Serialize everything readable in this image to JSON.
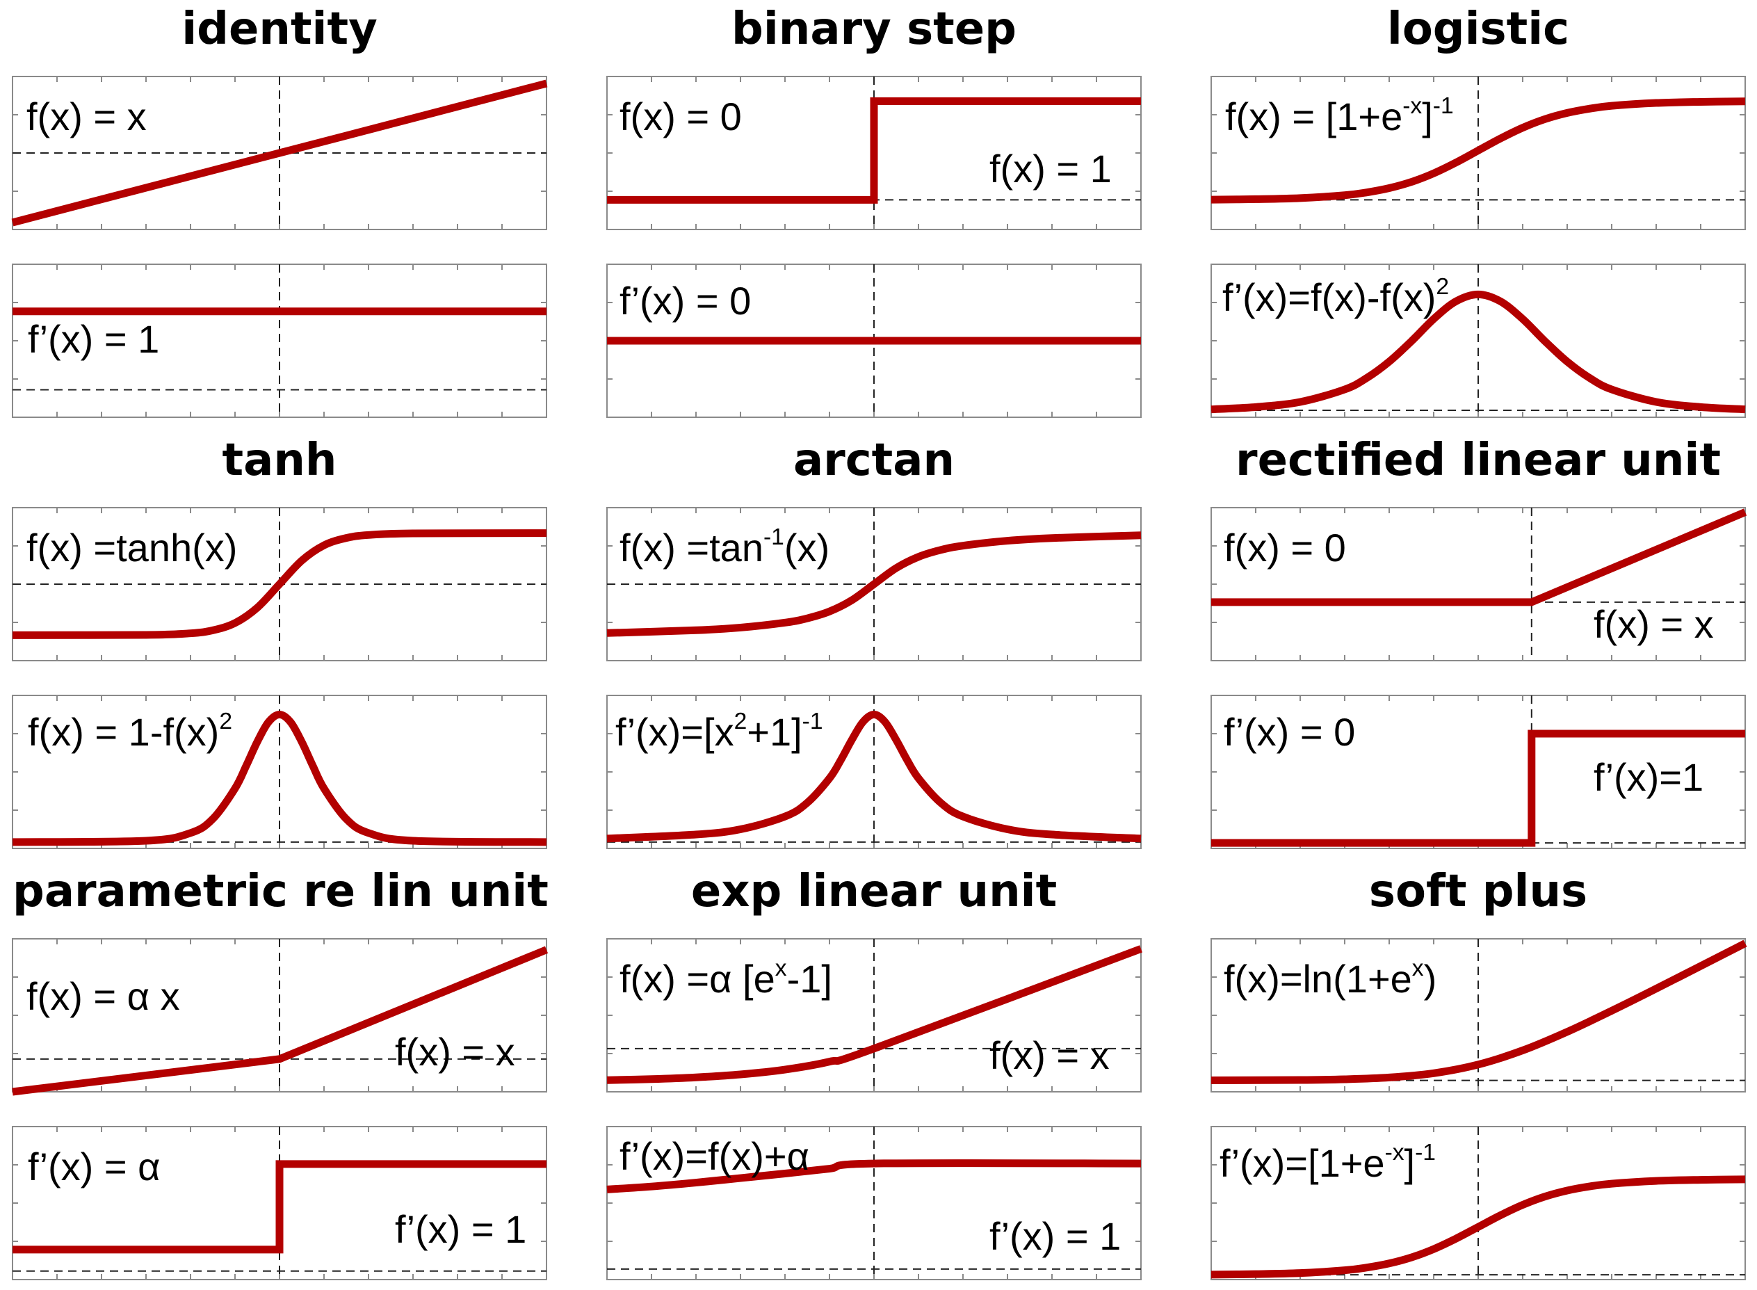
{
  "colors": {
    "curve": "#b30000",
    "frame": "#8a8a8a",
    "dashed": "#222222",
    "background": "#ffffff"
  },
  "chart_data": [
    {
      "type": "line",
      "title": "identity",
      "xlim": [
        -3,
        3
      ],
      "function": {
        "label": "f(x) = x",
        "label_sup": "",
        "label_tail": "",
        "label2": "",
        "ylim": [
          -3.3,
          3.3
        ],
        "x": [
          -3,
          0,
          3
        ],
        "y": [
          -3,
          0,
          3
        ]
      },
      "derivative": {
        "label": "f’(x) = 1",
        "label_sup": "",
        "label_tail": "",
        "label2": "",
        "ylim": [
          -0.35,
          1.6
        ],
        "x": [
          -3,
          3
        ],
        "y": [
          1,
          1
        ]
      }
    },
    {
      "type": "line",
      "title": "binary step",
      "xlim": [
        -3,
        3
      ],
      "function": {
        "label": "f(x) = 0",
        "label_sup": "",
        "label_tail": "",
        "label2": "f(x) = 1",
        "ylim": [
          -0.3,
          1.25
        ],
        "x": [
          -3,
          0,
          0,
          3
        ],
        "y": [
          0,
          0,
          1,
          1
        ]
      },
      "derivative": {
        "label": "f’(x) = 0",
        "label_sup": "",
        "label_tail": "",
        "label2": "",
        "ylim": [
          -1,
          1
        ],
        "x": [
          -3,
          3
        ],
        "y": [
          0,
          0
        ]
      }
    },
    {
      "type": "line",
      "title": "logistic",
      "xlim": [
        -6,
        6
      ],
      "function": {
        "label": "f(x) = [1+e",
        "label_sup": "-x",
        "label_tail": "]",
        "label_sup2": "-1",
        "label2": "",
        "ylim": [
          -0.3,
          1.25
        ],
        "x": [
          -6,
          -5,
          -4,
          -3,
          -2.5,
          -2,
          -1.5,
          -1,
          -0.5,
          0,
          0.5,
          1,
          1.5,
          2,
          2.5,
          3,
          4,
          5,
          6
        ],
        "y": [
          0.002,
          0.007,
          0.018,
          0.047,
          0.076,
          0.119,
          0.182,
          0.269,
          0.378,
          0.5,
          0.622,
          0.731,
          0.818,
          0.881,
          0.924,
          0.953,
          0.982,
          0.993,
          0.998
        ]
      },
      "derivative": {
        "label": "f’(x)=f(x)-f(x)",
        "label_sup": "2",
        "label_tail": "",
        "label2": "",
        "ylim": [
          -0.015,
          0.315
        ],
        "x": [
          -6,
          -5,
          -4,
          -3,
          -2.5,
          -2,
          -1.5,
          -1,
          -0.5,
          0,
          0.5,
          1,
          1.5,
          2,
          2.5,
          3,
          4,
          5,
          6
        ],
        "y": [
          0.002,
          0.007,
          0.018,
          0.045,
          0.07,
          0.105,
          0.149,
          0.197,
          0.235,
          0.25,
          0.235,
          0.197,
          0.149,
          0.105,
          0.07,
          0.045,
          0.018,
          0.007,
          0.002
        ]
      }
    },
    {
      "type": "line",
      "title": "tanh",
      "xlim": [
        -6,
        6
      ],
      "function": {
        "label": "f(x) =tanh(x)",
        "label_sup": "",
        "label_tail": "",
        "label2": "",
        "ylim": [
          -1.5,
          1.5
        ],
        "x": [
          -6,
          -3,
          -2,
          -1.5,
          -1,
          -0.5,
          0,
          0.5,
          1,
          1.5,
          2,
          3,
          6
        ],
        "y": [
          -1,
          -0.995,
          -0.964,
          -0.905,
          -0.762,
          -0.462,
          0,
          0.462,
          0.762,
          0.905,
          0.964,
          0.995,
          1
        ]
      },
      "derivative": {
        "label": "f(x) = 1-f(x)",
        "label_sup": "2",
        "label_tail": "",
        "label2": "",
        "ylim": [
          -0.05,
          1.15
        ],
        "x": [
          -6,
          -3,
          -2,
          -1.5,
          -1,
          -0.75,
          -0.5,
          -0.25,
          0,
          0.25,
          0.5,
          0.75,
          1,
          1.5,
          2,
          3,
          6
        ],
        "y": [
          0,
          0.01,
          0.071,
          0.181,
          0.42,
          0.597,
          0.786,
          0.94,
          1,
          0.94,
          0.786,
          0.597,
          0.42,
          0.181,
          0.071,
          0.01,
          0
        ]
      }
    },
    {
      "type": "line",
      "title": "arctan",
      "xlim": [
        -6,
        6
      ],
      "function": {
        "label": "f(x) =tan",
        "label_sup": "-1",
        "label_tail": "(x)",
        "label2": "",
        "ylim": [
          -2.2,
          2.2
        ],
        "x": [
          -6,
          -4,
          -3,
          -2,
          -1.5,
          -1,
          -0.5,
          0,
          0.5,
          1,
          1.5,
          2,
          3,
          4,
          6
        ],
        "y": [
          -1.406,
          -1.326,
          -1.249,
          -1.107,
          -0.983,
          -0.785,
          -0.464,
          0,
          0.464,
          0.785,
          0.983,
          1.107,
          1.249,
          1.326,
          1.406
        ]
      },
      "derivative": {
        "label": "f’(x)=[x",
        "label_sup": "2",
        "label_tail": "+1]",
        "label_sup2": "-1",
        "label2": "",
        "ylim": [
          -0.05,
          1.15
        ],
        "x": [
          -6,
          -4,
          -3,
          -2,
          -1.5,
          -1,
          -0.75,
          -0.5,
          -0.25,
          0,
          0.25,
          0.5,
          0.75,
          1,
          1.5,
          2,
          3,
          4,
          6
        ],
        "y": [
          0.027,
          0.059,
          0.1,
          0.2,
          0.308,
          0.5,
          0.64,
          0.8,
          0.941,
          1,
          0.941,
          0.8,
          0.64,
          0.5,
          0.308,
          0.2,
          0.1,
          0.059,
          0.027
        ]
      }
    },
    {
      "type": "line",
      "title": "rectified linear unit",
      "xlim": [
        -3,
        2
      ],
      "function": {
        "label": "f(x) = 0",
        "label_sup": "",
        "label_tail": "",
        "label2": "f(x) = x",
        "ylim": [
          -1.3,
          2.1
        ],
        "x": [
          -3,
          0,
          2
        ],
        "y": [
          0,
          0,
          2
        ]
      },
      "derivative": {
        "label": "f’(x) = 0",
        "label_sup": "",
        "label_tail": "",
        "label2": "f’(x)=1",
        "ylim": [
          -0.05,
          1.35
        ],
        "x": [
          -3,
          0,
          0,
          2
        ],
        "y": [
          0,
          0,
          1,
          1
        ]
      }
    },
    {
      "type": "line",
      "title": "parametric re lin unit",
      "xlim": [
        -3,
        3
      ],
      "function": {
        "label": "f(x) = α x",
        "label_sup": "",
        "label_tail": "",
        "label2": "f(x) = x",
        "ylim": [
          -0.9,
          3.3
        ],
        "x": [
          -3,
          0,
          3
        ],
        "y": [
          -0.9,
          0,
          3
        ]
      },
      "derivative": {
        "label": "f’(x) = α",
        "label_sup": "",
        "label_tail": "",
        "label2": "f’(x) = 1",
        "ylim": [
          -0.08,
          1.35
        ],
        "x": [
          -3,
          0,
          0,
          3
        ],
        "y": [
          0.2,
          0.2,
          1,
          1
        ]
      }
    },
    {
      "type": "line",
      "title": "exp linear unit",
      "xlim": [
        -3,
        3
      ],
      "function": {
        "label": "f(x) =α [e",
        "label_sup": "x",
        "label_tail": "-1]",
        "label2": "f(x) = x",
        "ylim": [
          -1.3,
          3.3
        ],
        "x": [
          -3,
          -2.5,
          -2,
          -1.5,
          -1,
          -0.5,
          0,
          3
        ],
        "y": [
          -0.95,
          -0.918,
          -0.865,
          -0.777,
          -0.632,
          -0.393,
          0,
          3
        ]
      },
      "derivative": {
        "label": "f’(x)=f(x)+α",
        "label_sup": "",
        "label_tail": "",
        "label2": "f’(x) = 1",
        "ylim": [
          -0.1,
          1.35
        ],
        "x": [
          -3,
          -2.5,
          -2,
          -1.5,
          -1,
          -0.5,
          0,
          3
        ],
        "y": [
          0.754,
          0.782,
          0.819,
          0.862,
          0.905,
          0.951,
          1,
          1
        ]
      }
    },
    {
      "type": "line",
      "title": "soft plus",
      "xlim": [
        -6,
        6
      ],
      "function": {
        "label": "f(x)=ln(1+e",
        "label_sup": "x",
        "label_tail": ")",
        "label2": "",
        "ylim": [
          -0.5,
          6.2
        ],
        "x": [
          -6,
          -4,
          -3,
          -2,
          -1,
          0,
          1,
          2,
          3,
          4,
          6
        ],
        "y": [
          0.002,
          0.018,
          0.049,
          0.127,
          0.313,
          0.693,
          1.313,
          2.127,
          3.049,
          4.018,
          6.002
        ]
      },
      "derivative": {
        "label": "f’(x)=[1+e",
        "label_sup": "-x",
        "label_tail": "]",
        "label_sup2": "-1",
        "label2": "",
        "ylim": [
          -0.05,
          1.55
        ],
        "x": [
          -6,
          -5,
          -4,
          -3,
          -2.5,
          -2,
          -1.5,
          -1,
          -0.5,
          0,
          0.5,
          1,
          1.5,
          2,
          2.5,
          3,
          4,
          5,
          6
        ],
        "y": [
          0.002,
          0.007,
          0.018,
          0.047,
          0.076,
          0.119,
          0.182,
          0.269,
          0.378,
          0.5,
          0.622,
          0.731,
          0.818,
          0.881,
          0.924,
          0.953,
          0.982,
          0.993,
          0.998
        ]
      }
    }
  ]
}
